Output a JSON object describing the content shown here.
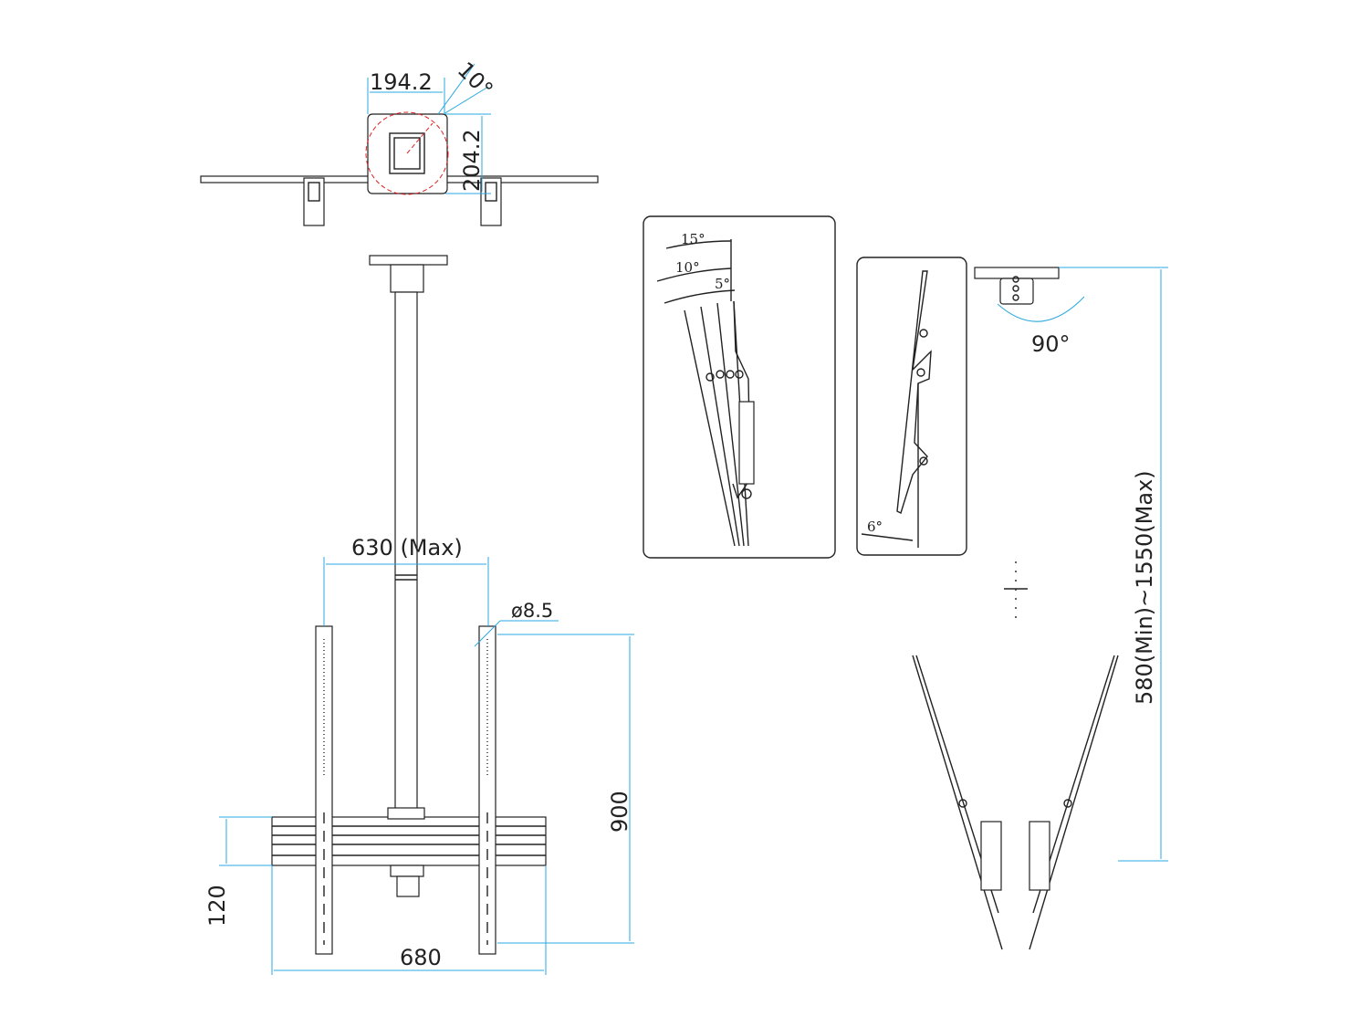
{
  "top_view": {
    "width_dim": "194.2",
    "height_dim": "204.2",
    "angle_dim": "10°"
  },
  "front_view": {
    "pole_spacing_dim": "630 (Max)",
    "hole_dim": "ø8.5",
    "bracket_height_dim": "900",
    "rail_height_dim": "120",
    "rail_width_dim": "680"
  },
  "tilt_panel": {
    "angle_15": "15°",
    "angle_10": "10°",
    "angle_5": "5°"
  },
  "tilt_min_panel": {
    "angle": "6°"
  },
  "swivel_view": {
    "angle": "90°",
    "height_dim": "580(Min)~1550(Max)"
  },
  "colors": {
    "dimension": "#29a8e0",
    "outline": "#222222",
    "centerline": "#e02020"
  }
}
